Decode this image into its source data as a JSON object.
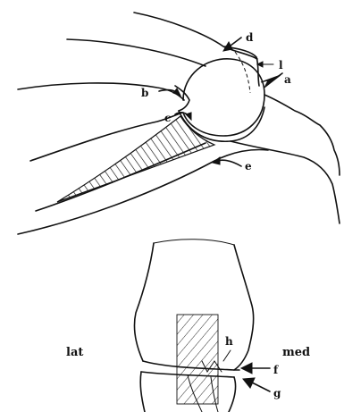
{
  "labels": {
    "a": "a",
    "b": "b",
    "c": "c",
    "d": "d",
    "e": "e",
    "f": "f",
    "g": "g",
    "h": "h",
    "l": "l",
    "lat": "lat",
    "med": "med"
  }
}
